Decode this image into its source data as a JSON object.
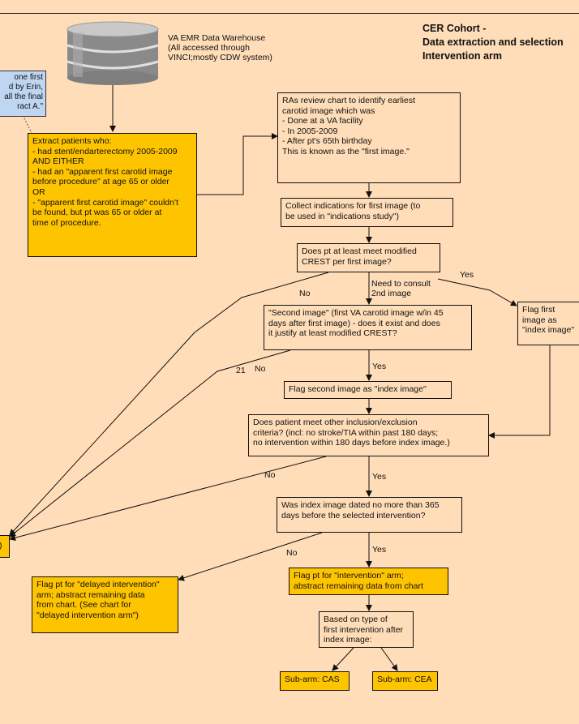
{
  "title": {
    "line1": "CER Cohort -",
    "line2": "Data extraction and selection",
    "line3": "Intervention arm"
  },
  "database": {
    "label": "VA EMR Data Warehouse\n(All accessed through\nVINCI;mostly CDW system)",
    "icon": "database-icon"
  },
  "note": {
    "text": "one first\nd by Erin,\nall the final\nract A.\""
  },
  "boxes": {
    "extract": "Extract patients who:\n- had stent/endarterectomy 2005-2009\nAND EITHER\n- had an \"apparent first carotid image\nbefore procedure\" at age 65 or older\nOR\n- \"apparent first carotid image\" couldn't\nbe found, but pt was 65 or older at\ntime of procedure.",
    "ras_review": "RAs review chart to identify earliest\ncarotid image which was\n- Done at a VA facility\n- In 2005-2009\n- After pt's 65th birthday\nThis is known as the \"first image.\"",
    "collect": "Collect indications for first image (to\nbe used in \"indications study\")",
    "crest": "Does pt at least meet modified\nCREST per first image?",
    "second_image": "\"Second image\" (first VA carotid image w/in 45\ndays after first image) - does it exist and does\nit justify at least modified CREST?",
    "flag_first": "Flag first\nimage as\n\"index image\"",
    "flag_second": "Flag second image as \"index image\"",
    "inclusion": "Does patient meet other inclusion/exclusion\ncriteria? (incl: no stroke/TIA within past 180 days;\nno intervention within 180 days before index image.)",
    "index_365": "Was index image dated no more than 365\ndays before the selected intervention?",
    "delayed": "Flag pt for \"delayed intervention\"\narm; abstract remaining data\nfrom chart. (See chart for\n\"delayed intervention arm\")",
    "intervention_arm": "Flag pt for \"intervention\" arm;\nabstract remaining data from chart",
    "based_on": "Based on type of\nfirst intervention after\nindex image:",
    "cas": "Sub-arm: CAS",
    "cea": "Sub-arm: CEA",
    "left_edge": ")"
  },
  "labels": {
    "no_crest": "No",
    "consult": "Need to consult\n     2nd image",
    "yes_crest": "Yes",
    "num_21": "21",
    "no_second": "No",
    "yes_second": "Yes",
    "no_inclusion": "No",
    "yes_inclusion": "Yes",
    "no_365": "No",
    "yes_365": "Yes"
  },
  "colors": {
    "background": "#FFDDB8",
    "box_fill": "#FFC400",
    "note_fill": "#BFD6F2"
  }
}
